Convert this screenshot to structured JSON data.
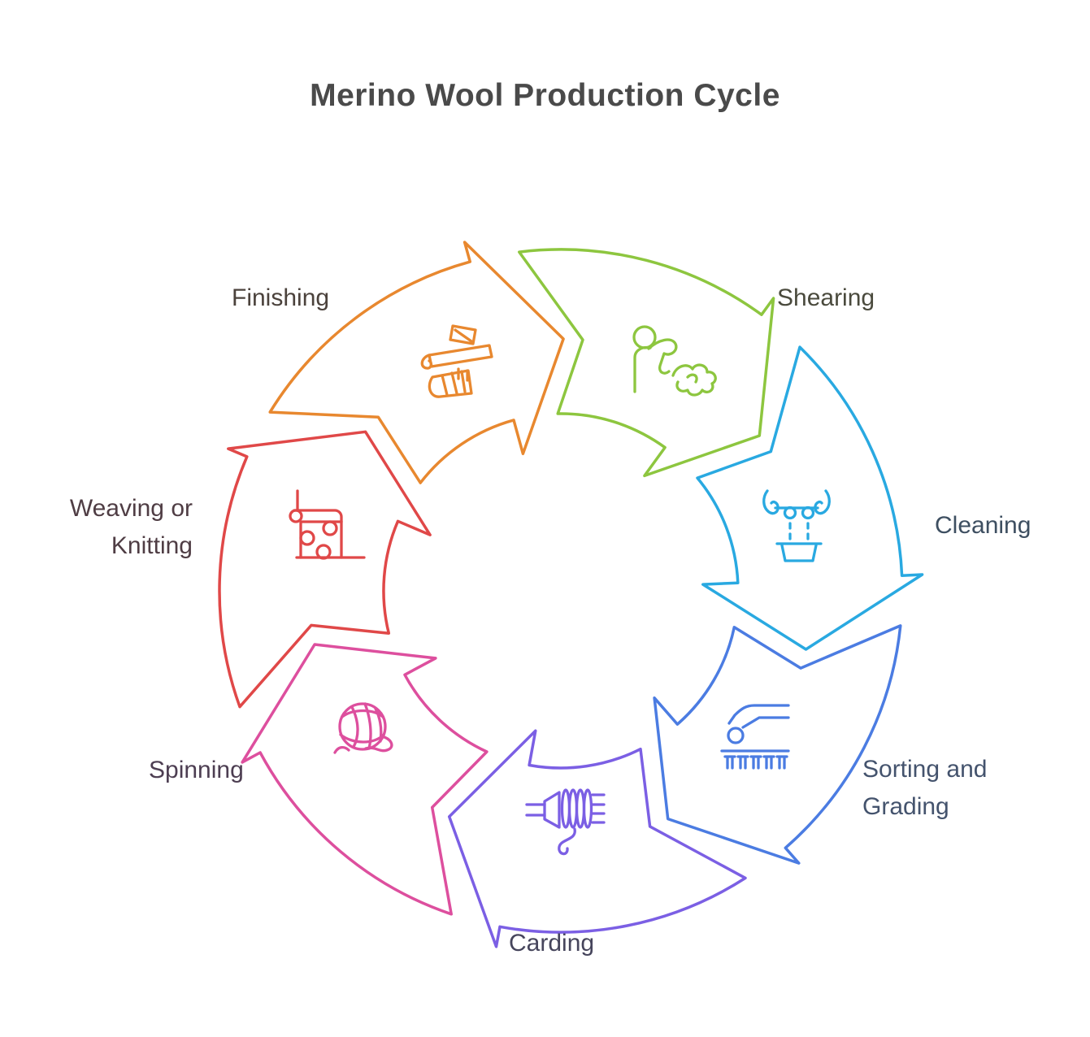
{
  "title": "Merino Wool Production Cycle",
  "title_color": "#4a4a4a",
  "background": "#ffffff",
  "cycle": {
    "type": "circular-process",
    "direction": "clockwise",
    "segments": [
      {
        "id": "shearing",
        "label": "Shearing",
        "color": "#8dc63f",
        "label_color": "#4a4a3d",
        "icon": "sheep-shearing-icon"
      },
      {
        "id": "cleaning",
        "label": "Cleaning",
        "color": "#29a9e1",
        "label_color": "#3e4f61",
        "icon": "wool-washing-icon"
      },
      {
        "id": "sorting",
        "label": "Sorting and\nGrading",
        "color": "#4b7ce2",
        "label_color": "#44536d",
        "icon": "wool-sorting-machine-icon"
      },
      {
        "id": "carding",
        "label": "Carding",
        "color": "#7b5fe4",
        "label_color": "#46455c",
        "icon": "carding-spool-icon"
      },
      {
        "id": "spinning",
        "label": "Spinning",
        "color": "#dd4f9e",
        "label_color": "#4d3e52",
        "icon": "yarn-ball-icon"
      },
      {
        "id": "weaving",
        "label": "Weaving or\nKnitting",
        "color": "#e04848",
        "label_color": "#4f3d44",
        "icon": "fabric-roll-icon"
      },
      {
        "id": "finishing",
        "label": "Finishing",
        "color": "#e8882f",
        "label_color": "#4b423c",
        "icon": "wrapped-fabric-icon"
      }
    ]
  }
}
